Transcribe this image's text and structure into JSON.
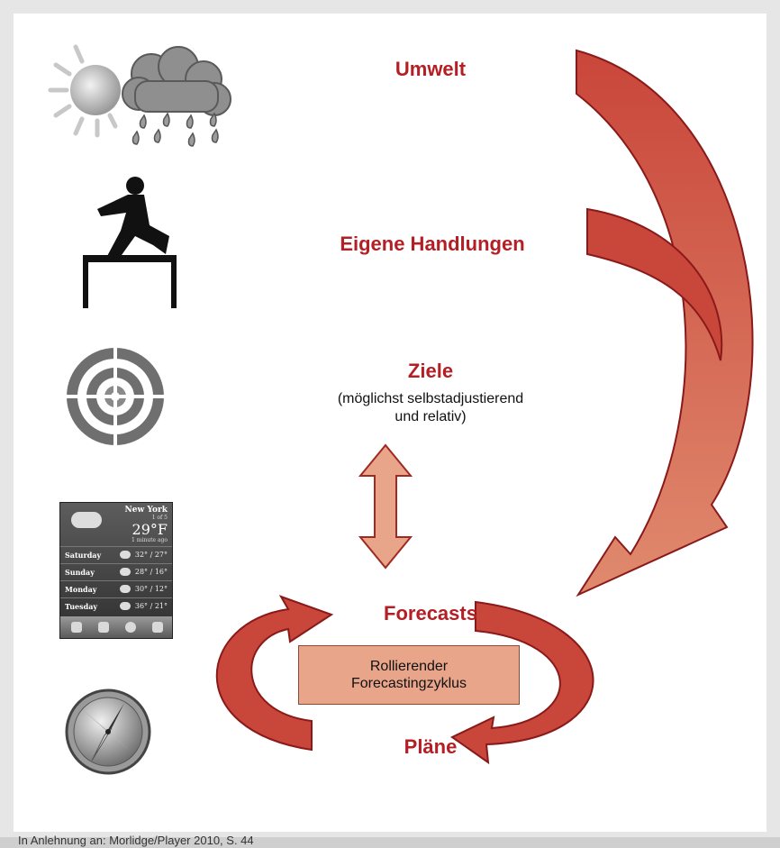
{
  "labels": {
    "umwelt": "Umwelt",
    "handlungen": "Eigene Handlungen",
    "ziele": "Ziele",
    "ziele_sub_1": "(möglichst selbstadjustierend",
    "ziele_sub_2": "und relativ)",
    "forecasts": "Forecasts",
    "plaene": "Pläne",
    "cycle_line_1": "Rollierender",
    "cycle_line_2": "Forecastingzyklus"
  },
  "caption": "In Anlehnung an: Morlidge/Player 2010, S. 44",
  "icons": [
    "sun-cloud-rain-icon",
    "hurdler-icon",
    "target-icon",
    "weather-widget-icon",
    "compass-icon"
  ],
  "weather_widget": {
    "city": "New York",
    "page": "1 of 5",
    "temp": "29°F",
    "updated": "1 minute ago",
    "days": [
      {
        "day": "Saturday",
        "temps": "32° / 27°"
      },
      {
        "day": "Sunday",
        "temps": "28° / 16°"
      },
      {
        "day": "Monday",
        "temps": "30° / 12°"
      },
      {
        "day": "Tuesday",
        "temps": "36° / 21°"
      }
    ]
  },
  "colors": {
    "arrow_dark": "#c9463a",
    "arrow_light": "#e08a6e",
    "label_red": "#b31f24",
    "box_fill": "#e8a58a"
  }
}
